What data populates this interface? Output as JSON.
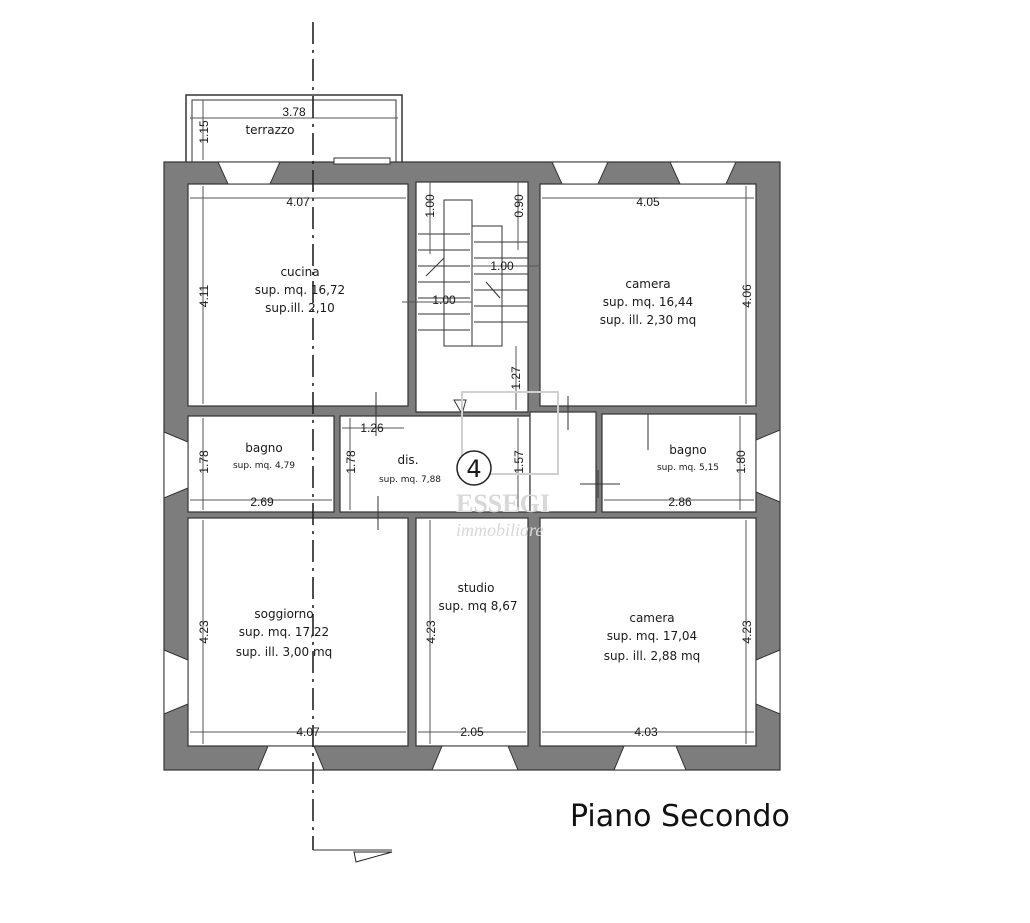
{
  "title": "Piano Secondo",
  "floor_number": "4",
  "watermark": {
    "brand": "ESSEGI",
    "subtitle": "immobiliare"
  },
  "rooms": {
    "terrazzo": {
      "name": "terrazzo"
    },
    "cucina": {
      "name": "cucina",
      "sup": "sup. mq. 16,72",
      "sup_ill": "sup.ill. 2,10"
    },
    "camera_top": {
      "name": "camera",
      "sup": "sup. mq. 16,44",
      "sup_ill": "sup. ill. 2,30 mq"
    },
    "bagno_left": {
      "name": "bagno",
      "sup": "sup. mq. 4,79"
    },
    "dis": {
      "name": "dis.",
      "sup": "sup. mq. 7,88"
    },
    "bagno_right": {
      "name": "bagno",
      "sup": "sup. mq. 5,15"
    },
    "soggiorno": {
      "name": "soggiorno",
      "sup": "sup. mq. 17,22",
      "sup_ill": "sup. ill. 3,00 mq"
    },
    "studio": {
      "name": "studio",
      "sup": "sup. mq 8,67"
    },
    "camera_bottom": {
      "name": "camera",
      "sup": "sup. mq. 17,04",
      "sup_ill": "sup. ill. 2,88 mq"
    }
  },
  "dimensions": {
    "terrazzo_w": "3.78",
    "terrazzo_h": "1.15",
    "cucina_w": "4.07",
    "cucina_h": "4.11",
    "stair_h1": "1.00",
    "stair_h2": "0.90",
    "stair_w1": "1.00",
    "stair_w2": "1.00",
    "stair_h3": "1.27",
    "camera_top_w": "4.05",
    "camera_top_h": "4.06",
    "bagno_left_h": "1.78",
    "bagno_left_w": "2.69",
    "dis_h": "1.78",
    "dis_w": "1.26",
    "dis_right_h": "1.57",
    "bagno_right_h": "1.80",
    "bagno_right_w": "2.86",
    "soggiorno_h": "4.23",
    "soggiorno_w": "4.07",
    "studio_h": "4.23",
    "studio_w": "2.05",
    "camera_bottom_w": "4.03",
    "camera_bottom_h": "4.23"
  }
}
